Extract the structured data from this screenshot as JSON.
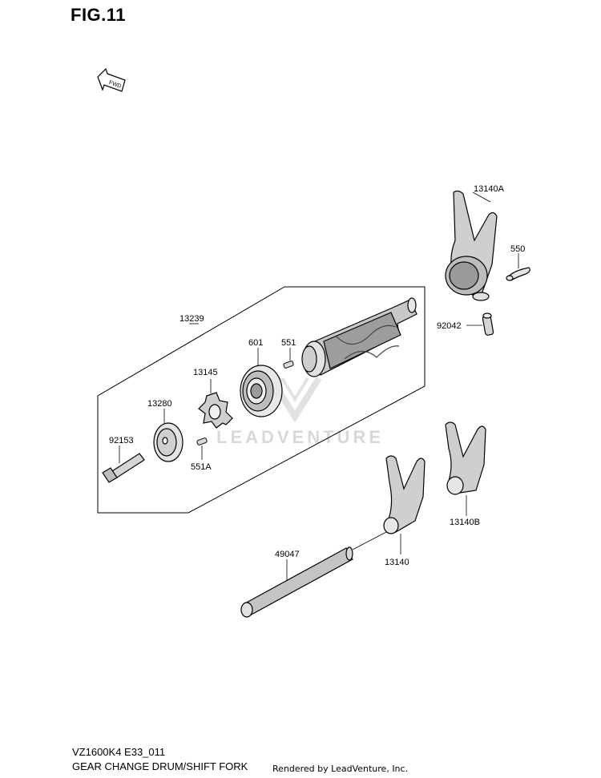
{
  "figure": {
    "title": "FIG.11"
  },
  "fwd_arrow": {
    "text": "FWD",
    "icon": "fwd-arrow-icon"
  },
  "watermark": {
    "text": "LEADVENTURE"
  },
  "parts": {
    "p13140A": "13140A",
    "p550": "550",
    "p92042": "92042",
    "p13239": "13239",
    "p601": "601",
    "p551": "551",
    "p13145": "13145",
    "p13280": "13280",
    "p92153": "92153",
    "p551A": "551A",
    "p13140B": "13140B",
    "p13140": "13140",
    "p49047": "49047"
  },
  "footer": {
    "model_code": "VZ1600K4 E33_011",
    "diagram_title": "GEAR CHANGE DRUM/SHIFT FORK",
    "rendered_by": "Rendered by LeadVenture, Inc."
  }
}
